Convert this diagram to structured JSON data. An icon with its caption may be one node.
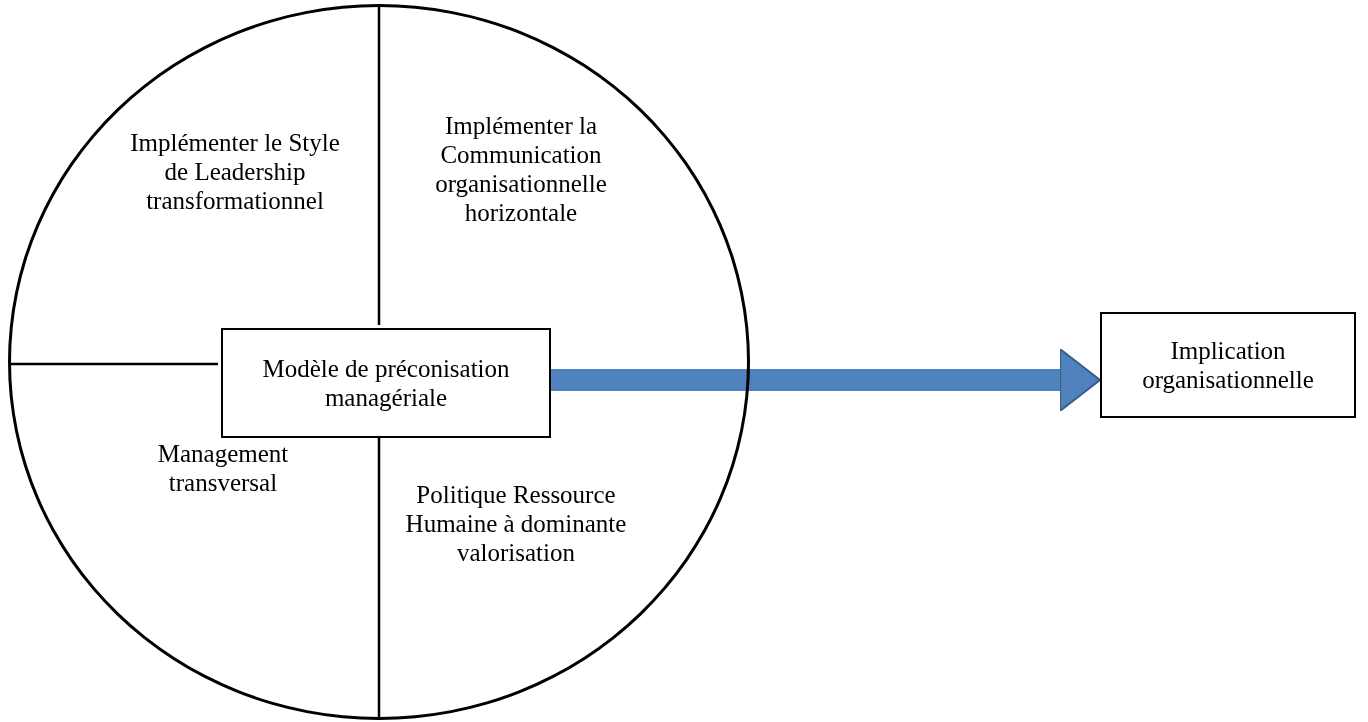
{
  "diagram": {
    "nodes": [
      {
        "text": [],
        "shape": "circle"
      },
      {
        "text": [
          "Implémenter le Style de Leadership transformationnel"
        ],
        "in": 0
      },
      {
        "text": [
          "Implémenter la Communication organisationnelle horizontale"
        ],
        "in": 0
      },
      {
        "text": [
          "Modèle de préconisation managériale"
        ],
        "in": 0
      },
      {
        "text": [
          "Management transversal"
        ],
        "in": 0
      },
      {
        "text": [
          "Politique Ressource Humaine à dominante valorisation"
        ],
        "in": 0
      },
      {
        "text": [
          "Implication organisationnelle"
        ]
      }
    ],
    "edges": [
      {
        "from": 3,
        "to": 6,
        "arrow": "to",
        "color": "#4f81bd"
      }
    ]
  }
}
